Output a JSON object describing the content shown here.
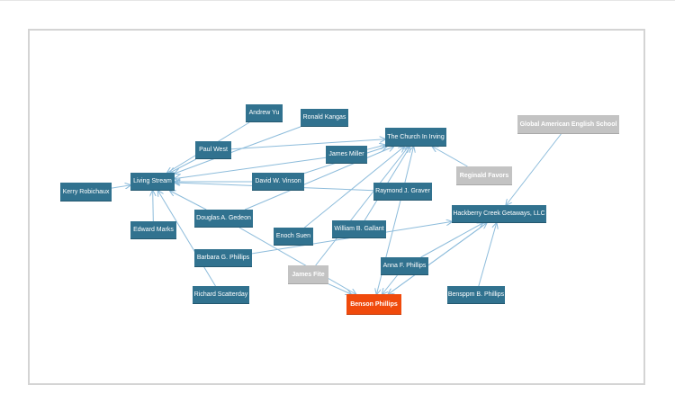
{
  "colors": {
    "node": "#31728f",
    "node_muted": "#c3c3c3",
    "node_focus": "#f04a0c",
    "edge": "#8dbcdb"
  },
  "nodes": [
    {
      "id": "kerry",
      "label": "Kerry Robichaux",
      "style": "normal"
    },
    {
      "id": "living",
      "label": "Living Stream",
      "style": "normal"
    },
    {
      "id": "edward",
      "label": "Edward Marks",
      "style": "normal"
    },
    {
      "id": "paul",
      "label": "Paul West",
      "style": "normal"
    },
    {
      "id": "andrew",
      "label": "Andrew Yu",
      "style": "normal"
    },
    {
      "id": "ronald",
      "label": "Ronald Kangas",
      "style": "normal"
    },
    {
      "id": "church",
      "label": "The Church In Irving",
      "style": "normal"
    },
    {
      "id": "global",
      "label": "Global American English School",
      "style": "muted"
    },
    {
      "id": "james_m",
      "label": "James Miller",
      "style": "normal"
    },
    {
      "id": "david",
      "label": "David W. Vinson",
      "style": "normal"
    },
    {
      "id": "reginald",
      "label": "Reginald Favors",
      "style": "muted"
    },
    {
      "id": "raymond",
      "label": "Raymond J. Graver",
      "style": "normal"
    },
    {
      "id": "douglas",
      "label": "Douglas A. Gedeon",
      "style": "normal"
    },
    {
      "id": "hackberry",
      "label": "Hackberry Creek Getaways, LLC",
      "style": "normal"
    },
    {
      "id": "william",
      "label": "William B. Gallant",
      "style": "normal"
    },
    {
      "id": "enoch",
      "label": "Enoch Suen",
      "style": "normal"
    },
    {
      "id": "barbara",
      "label": "Barbara G. Phillips",
      "style": "normal"
    },
    {
      "id": "anna",
      "label": "Anna F. Phillips",
      "style": "normal"
    },
    {
      "id": "james_f",
      "label": "James Fite",
      "style": "muted"
    },
    {
      "id": "richard",
      "label": "Richard Scatterday",
      "style": "normal"
    },
    {
      "id": "benson",
      "label": "Benson Phillips",
      "style": "focus"
    },
    {
      "id": "bensppm",
      "label": "Bensppm B. Phillips",
      "style": "normal"
    }
  ],
  "edges": [
    {
      "from": "kerry",
      "to": "living"
    },
    {
      "from": "edward",
      "to": "living"
    },
    {
      "from": "paul",
      "to": "living"
    },
    {
      "from": "andrew",
      "to": "living"
    },
    {
      "from": "ronald",
      "to": "living"
    },
    {
      "from": "james_m",
      "to": "living"
    },
    {
      "from": "david",
      "to": "living"
    },
    {
      "from": "raymond",
      "to": "living"
    },
    {
      "from": "douglas",
      "to": "living"
    },
    {
      "from": "richard",
      "to": "living"
    },
    {
      "from": "paul",
      "to": "church"
    },
    {
      "from": "james_m",
      "to": "church"
    },
    {
      "from": "david",
      "to": "church"
    },
    {
      "from": "douglas",
      "to": "church"
    },
    {
      "from": "enoch",
      "to": "church"
    },
    {
      "from": "william",
      "to": "church"
    },
    {
      "from": "james_f",
      "to": "church"
    },
    {
      "from": "raymond",
      "to": "church"
    },
    {
      "from": "reginald",
      "to": "church"
    },
    {
      "from": "global",
      "to": "hackberry"
    },
    {
      "from": "barbara",
      "to": "hackberry"
    },
    {
      "from": "anna",
      "to": "hackberry"
    },
    {
      "from": "bensppm",
      "to": "hackberry"
    },
    {
      "from": "benson",
      "to": "hackberry"
    },
    {
      "from": "douglas",
      "to": "benson"
    },
    {
      "from": "james_f",
      "to": "benson"
    },
    {
      "from": "anna",
      "to": "benson"
    },
    {
      "from": "hackberry",
      "to": "benson"
    },
    {
      "from": "raymond",
      "to": "benson"
    }
  ]
}
